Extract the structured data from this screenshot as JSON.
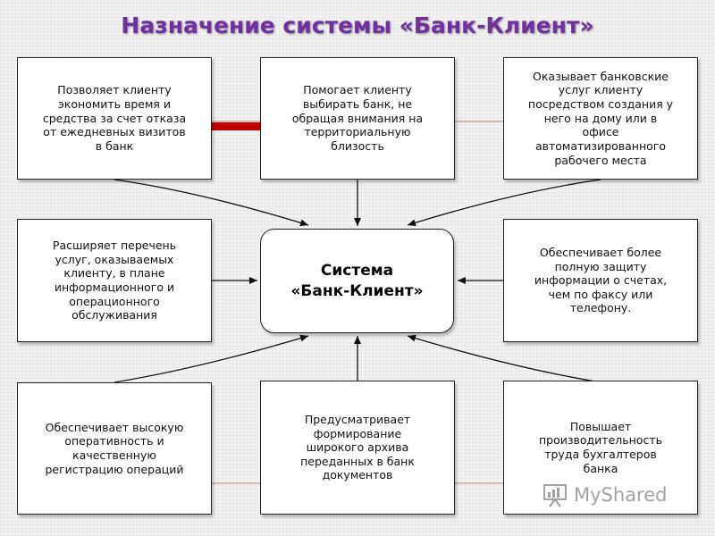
{
  "title": "Назначение системы «Банк-Клиент»",
  "center": "Система\n«Банк-Клиент»",
  "boxes": {
    "top_left": "Позволяет клиенту\nэкономить время и\nсредства за счет отказа\nот ежедневных визитов\nв банк",
    "top_center": "Помогает клиенту\nвыбирать банк, не\nобращая внимания на\nтерриториальную\nблизость",
    "top_right": "Оказывает банковские\nуслуг клиенту\nпосредством создания у\nнего на дому или в\nофисе\nавтоматизированного\nрабочего места",
    "mid_left": "Расширяет перечень\nуслуг, оказываемых\nклиенту, в плане\nинформационного и\nоперационного\nобслуживания",
    "mid_right": "Обеспечивает более\nполную защиту\nинформации о счетах,\nчем по факсу или\nтелефону.",
    "bot_left": "Обеспечивает высокую\nоперативность и\nкачественную\nрегистрацию операций",
    "bot_center": "Предусматривает\nформирование\nширокого архива\nпереданных в банк\nдокументов",
    "bot_right": "Повышает\nпроизводительность\nтруда бухгалтеров\nбанка"
  },
  "watermark": "MyShared",
  "colors": {
    "title": "#7030a0",
    "accent_bar": "#c00000",
    "thin_line": "#c08080"
  }
}
